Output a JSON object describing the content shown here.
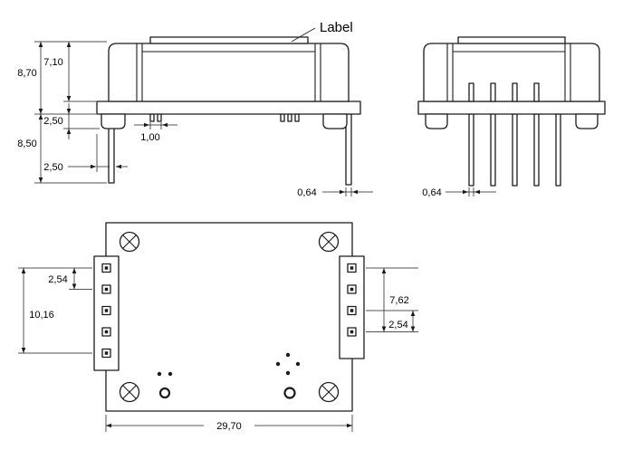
{
  "drawing": {
    "front_view": {
      "label": "Label",
      "dim_overall_height": "8,70",
      "dim_body_height": "7,10",
      "dim_standoff": "2,50",
      "dim_pin_length": "8,50",
      "dim_pin_offset": "2,50",
      "dim_small_pin": "1,00",
      "dim_pin_width": "0,64"
    },
    "side_view": {
      "dim_pin_width": "0,64"
    },
    "bottom_view": {
      "dim_pitch_left": "2,54",
      "dim_span_left": "10,16",
      "dim_span_right": "7,62",
      "dim_pitch_right": "2,54",
      "dim_width": "29,70"
    },
    "colors": {
      "line": "#1b1b1b",
      "background": "#ffffff"
    }
  }
}
